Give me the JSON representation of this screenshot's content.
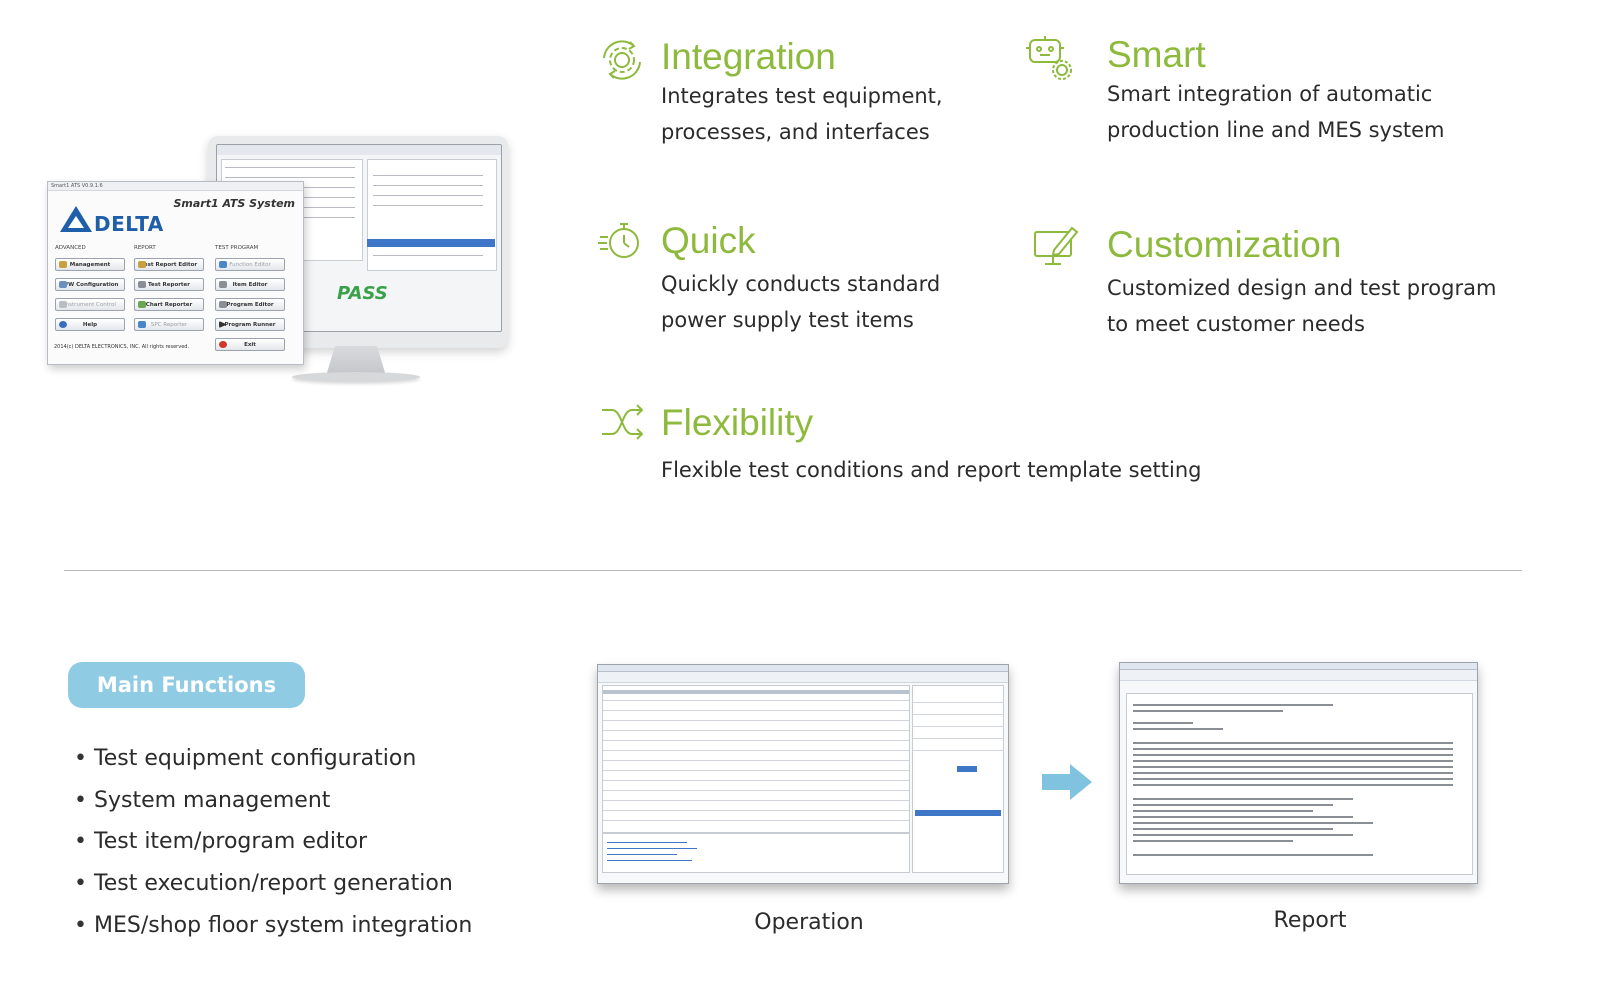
{
  "hero": {
    "app_title": "Smart1 ATS System",
    "logo_text": "DELTA",
    "window_caption": "Smart1 ATS V0.9.1.6",
    "groups": [
      "ADVANCED",
      "REPORT",
      "TEST PROGRAM"
    ],
    "buttons_col1": [
      "Management",
      "H/W Configuration",
      "Instrument Control",
      "Help"
    ],
    "buttons_col2": [
      "Test Report Editor",
      "Test Reporter",
      "Chart Reporter",
      "SPC Reporter"
    ],
    "buttons_col3": [
      "Function Editor",
      "Item Editor",
      "Program Editor",
      "Program Runner",
      "Exit"
    ],
    "footer": "2014(c) DELTA ELECTRONICS, INC.  All rights reserved.",
    "result": "PASS"
  },
  "features": [
    {
      "title": "Integration",
      "desc1": "Integrates test equipment,",
      "desc2": "processes, and interfaces",
      "icon": "gear-cycle-icon"
    },
    {
      "title": "Smart",
      "desc1": "Smart integration of automatic",
      "desc2": "production line and MES system",
      "icon": "robot-gear-icon"
    },
    {
      "title": "Quick",
      "desc1": "Quickly conducts standard",
      "desc2": "power supply test items",
      "icon": "stopwatch-icon"
    },
    {
      "title": "Customization",
      "desc1": "Customized design and test program",
      "desc2": "to meet customer needs",
      "icon": "monitor-pen-icon"
    },
    {
      "title": "Flexibility",
      "desc1": "Flexible test conditions and report template setting",
      "icon": "shuffle-icon"
    }
  ],
  "main_functions": {
    "badge": "Main Functions",
    "items": [
      "Test equipment configuration",
      "System management",
      "Test item/program editor",
      "Test execution/report generation",
      "MES/shop floor system integration"
    ]
  },
  "screenshots": {
    "operation_caption": "Operation",
    "report_caption": "Report"
  },
  "colors": {
    "accent_green": "#8dba3c",
    "badge_blue": "#8fcbe3",
    "arrow_blue": "#7fc3e0"
  }
}
